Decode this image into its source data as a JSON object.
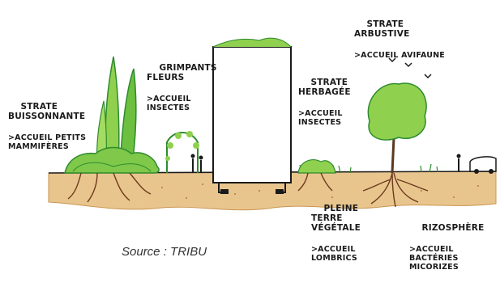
{
  "labels": {
    "strate_buissonnante": {
      "title": "STRATE\nBUISSONNANTE",
      "sub": ">ACCUEIL PETITS\nMAMMIFÈRES"
    },
    "grimpants": {
      "title": "GRIMPANTS\nFLEURS",
      "sub": ">ACCUEIL\nINSECTES"
    },
    "strate_herbacee": {
      "title": "STRATE\nHERBAGÉE",
      "sub": ">ACCUEIL\nINSECTES"
    },
    "strate_arbustive": {
      "title": "STRATE\nARBUSTIVE",
      "sub": ">ACCUEIL AVIFAUNE"
    },
    "pleine_terre": {
      "title": "PLEINE\nTERRE\nVÉGÉTALE",
      "sub": ">ACCUEIL\nLOMBRICS"
    },
    "rizosphere": {
      "title": "RIZOSPHÈRE",
      "sub": ">ACCUEIL\nBACTÉRIES\nMICORIZES"
    }
  },
  "caption": "Source : TRIBU",
  "colors": {
    "soil": "#e9c58e",
    "soil_edge": "#c9954f",
    "green_dark": "#2e8b2e",
    "green_light": "#8fd14f",
    "root": "#6b3a1e",
    "ink": "#1a1a1a"
  }
}
